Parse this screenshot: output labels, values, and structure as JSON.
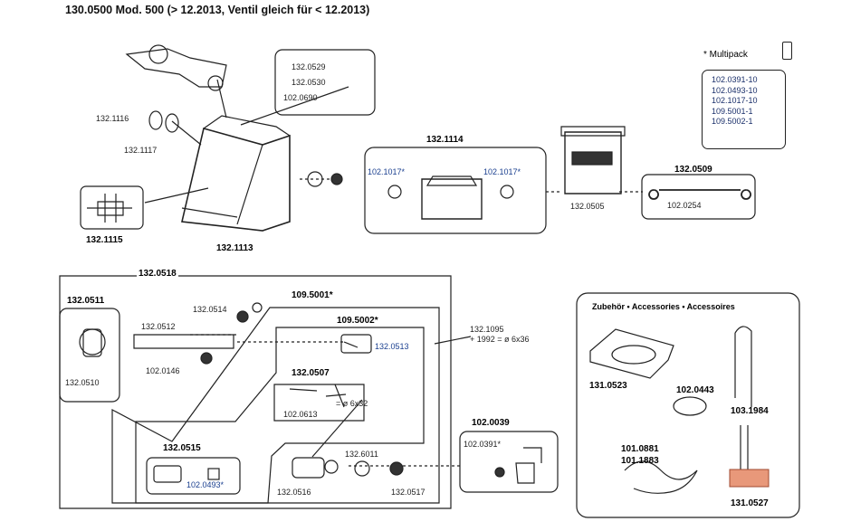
{
  "header": "130.0500 Mod. 500 (> 12.2013, Ventil gleich für < 12.2013)",
  "multipack": {
    "title": "* Multipack",
    "items": [
      "102.0391-10",
      "102.0493-10",
      "102.1017-10",
      "109.5001-1",
      "109.5002-1"
    ]
  },
  "labels": {
    "p1320529": "132.0529",
    "p1320530": "132.0530",
    "p1020690": "102.0690",
    "p1321116": "132.1116",
    "p1321117": "132.1117",
    "p1321115": "132.1115",
    "p1321113": "132.1113",
    "p1321114": "132.1114",
    "p1021017a": "102.1017*",
    "p1021017b": "102.1017*",
    "p1320505": "132.0505",
    "p1320509": "132.0509",
    "p1020254": "102.0254",
    "p1320518": "132.0518",
    "p1320511": "132.0511",
    "p1095001": "109.5001*",
    "p1095002": "109.5002*",
    "p1320514": "132.0514",
    "p1320512": "132.0512",
    "p1320146": "102.0146",
    "p1320510": "132.0510",
    "p1320513": "132.0513",
    "p1321095": "132.1095",
    "p1321095b": "+ 1992 = ø 6x36",
    "p1320507": "132.0507",
    "p1020613": "102.0613",
    "p6x32": "= ø 6x32",
    "p1320515": "132.0515",
    "p1020493": "102.0493*",
    "p1320516": "132.0516",
    "p1326011": "132.6011",
    "p1320517": "132.0517",
    "p1020039": "102.0039",
    "p1020391": "102.0391*",
    "accessories": "Zubehör • Accessories • Accessoires",
    "p1310523": "131.0523",
    "p1020443": "102.0443",
    "p1031984": "103.1984",
    "p1010881": "101.0881",
    "p1011883": "101.1883",
    "p1310527": "131.0527"
  },
  "colors": {
    "line": "#222222",
    "label_blue": "#1a3f8f",
    "plate": "#e8987a"
  }
}
